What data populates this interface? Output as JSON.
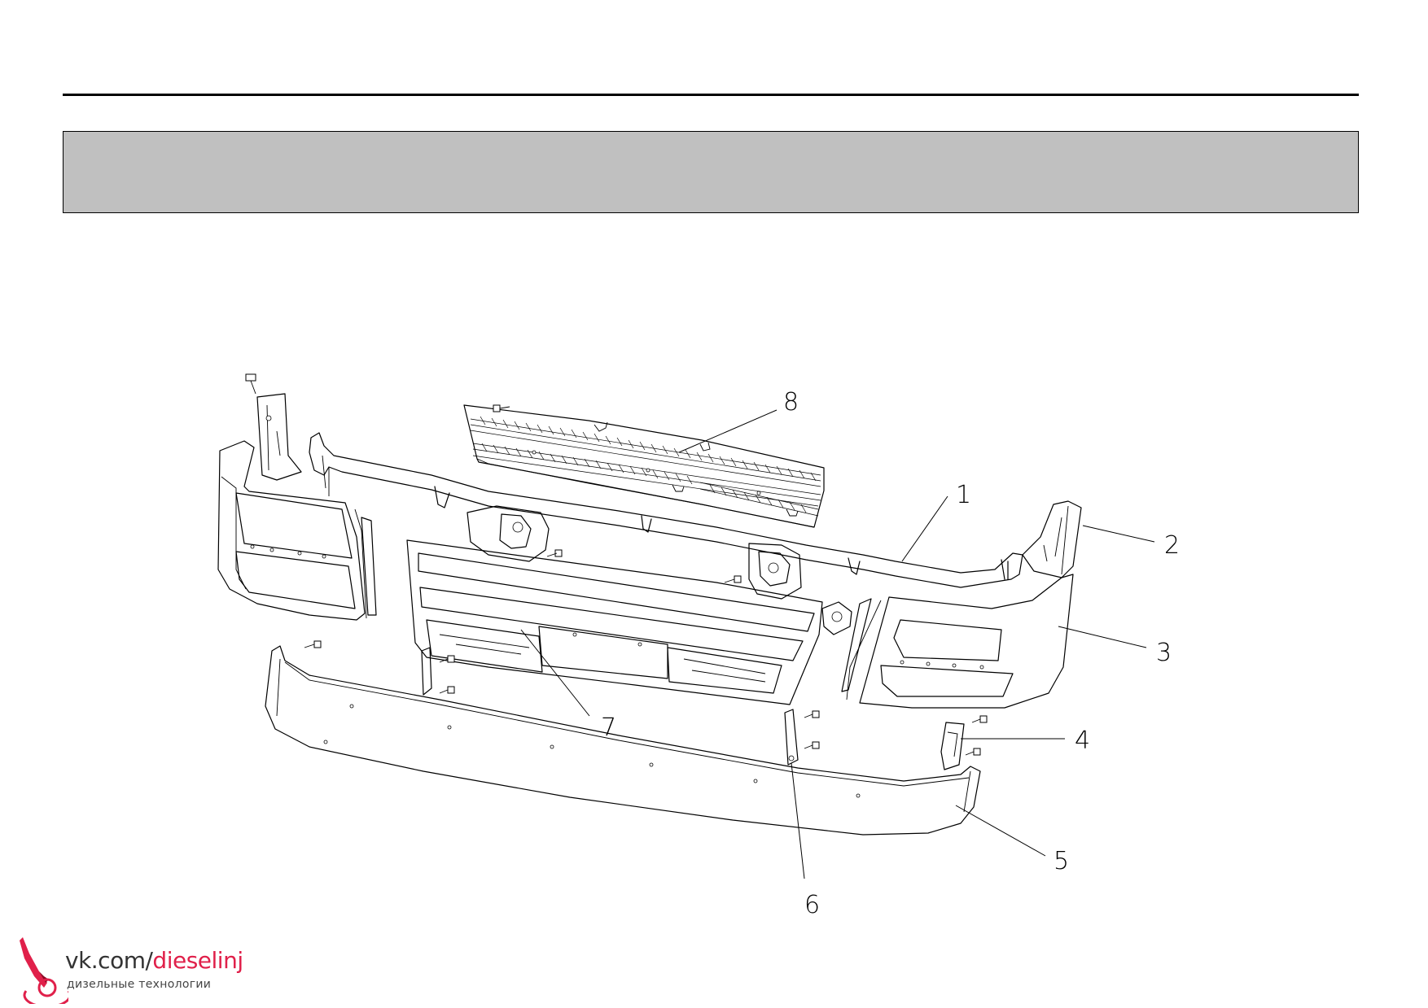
{
  "header": {
    "banner_color": "#c0c0c0"
  },
  "diagram": {
    "callouts": [
      "1",
      "2",
      "3",
      "4",
      "5",
      "6",
      "7",
      "8"
    ]
  },
  "watermark": {
    "url_prefix": "vk.com/",
    "url_accent": "dieselinj",
    "subtitle": "дизельные технологии",
    "accent_color": "#e0204a"
  }
}
